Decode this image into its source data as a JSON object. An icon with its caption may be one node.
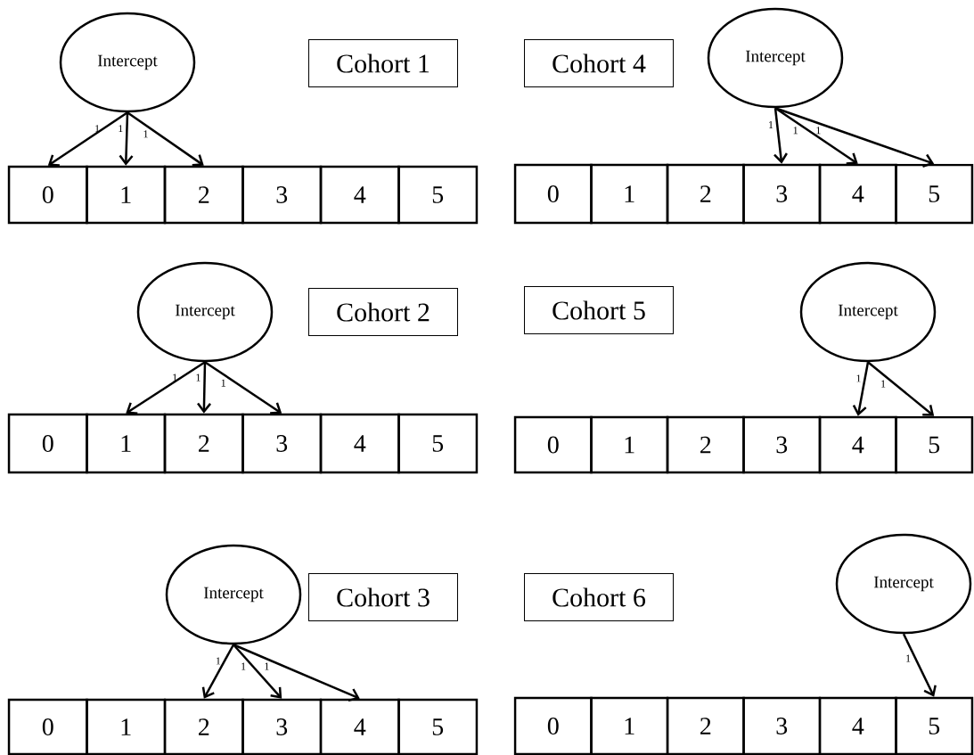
{
  "diagram": {
    "nodes": [
      {
        "text": [
          "Intercept"
        ]
      },
      {
        "text": [
          "Cohort 1"
        ]
      },
      {
        "text": [
          "0"
        ]
      },
      {
        "text": [
          "1"
        ]
      },
      {
        "text": [
          "2"
        ]
      },
      {
        "text": [
          "3"
        ]
      },
      {
        "text": [
          "4"
        ]
      },
      {
        "text": [
          "5"
        ]
      },
      {
        "text": [
          "Cohort 4"
        ]
      },
      {
        "text": [
          "Intercept"
        ]
      },
      {
        "text": [
          "0"
        ]
      },
      {
        "text": [
          "1"
        ]
      },
      {
        "text": [
          "2"
        ]
      },
      {
        "text": [
          "3"
        ]
      },
      {
        "text": [
          "4"
        ]
      },
      {
        "text": [
          "5"
        ]
      },
      {
        "text": [
          "Intercept"
        ]
      },
      {
        "text": [
          "Cohort 2"
        ]
      },
      {
        "text": [
          "0"
        ]
      },
      {
        "text": [
          "1"
        ]
      },
      {
        "text": [
          "2"
        ]
      },
      {
        "text": [
          "3"
        ]
      },
      {
        "text": [
          "4"
        ]
      },
      {
        "text": [
          "5"
        ]
      },
      {
        "text": [
          "Cohort 5"
        ]
      },
      {
        "text": [
          "Intercept"
        ]
      },
      {
        "text": [
          "0"
        ]
      },
      {
        "text": [
          "1"
        ]
      },
      {
        "text": [
          "2"
        ]
      },
      {
        "text": [
          "3"
        ]
      },
      {
        "text": [
          "4"
        ]
      },
      {
        "text": [
          "5"
        ]
      },
      {
        "text": [
          "Intercept"
        ]
      },
      {
        "text": [
          "Cohort 3"
        ]
      },
      {
        "text": [
          "0"
        ]
      },
      {
        "text": [
          "1"
        ]
      },
      {
        "text": [
          "2"
        ]
      },
      {
        "text": [
          "3"
        ]
      },
      {
        "text": [
          "4"
        ]
      },
      {
        "text": [
          "5"
        ]
      },
      {
        "text": [
          "Cohort 6"
        ]
      },
      {
        "text": [
          "Intercept"
        ]
      },
      {
        "text": [
          "0"
        ]
      },
      {
        "text": [
          "1"
        ]
      },
      {
        "text": [
          "2"
        ]
      },
      {
        "text": [
          "3"
        ]
      },
      {
        "text": [
          "4"
        ]
      },
      {
        "text": [
          "5"
        ]
      }
    ],
    "edges": [
      {
        "from": 0,
        "to": 2,
        "arrow": "to",
        "label": "1"
      },
      {
        "from": 0,
        "to": 3,
        "arrow": "to",
        "label": "1"
      },
      {
        "from": 0,
        "to": 4,
        "arrow": "to",
        "label": "1"
      },
      {
        "from": 9,
        "to": 13,
        "arrow": "to",
        "label": "1"
      },
      {
        "from": 9,
        "to": 14,
        "arrow": "to",
        "label": "1"
      },
      {
        "from": 9,
        "to": 15,
        "arrow": "to",
        "label": "1"
      },
      {
        "from": 16,
        "to": 19,
        "arrow": "to",
        "label": "1"
      },
      {
        "from": 16,
        "to": 20,
        "arrow": "to",
        "label": "1"
      },
      {
        "from": 16,
        "to": 21,
        "arrow": "to",
        "label": "1"
      },
      {
        "from": 25,
        "to": 30,
        "arrow": "to",
        "label": "1"
      },
      {
        "from": 25,
        "to": 31,
        "arrow": "to",
        "label": "1"
      },
      {
        "from": 32,
        "to": 36,
        "arrow": "to",
        "label": "1"
      },
      {
        "from": 32,
        "to": 37,
        "arrow": "to",
        "label": "1"
      },
      {
        "from": 32,
        "to": 38,
        "arrow": "to",
        "label": "1"
      },
      {
        "from": 41,
        "to": 47,
        "arrow": "to",
        "label": "1"
      }
    ]
  }
}
